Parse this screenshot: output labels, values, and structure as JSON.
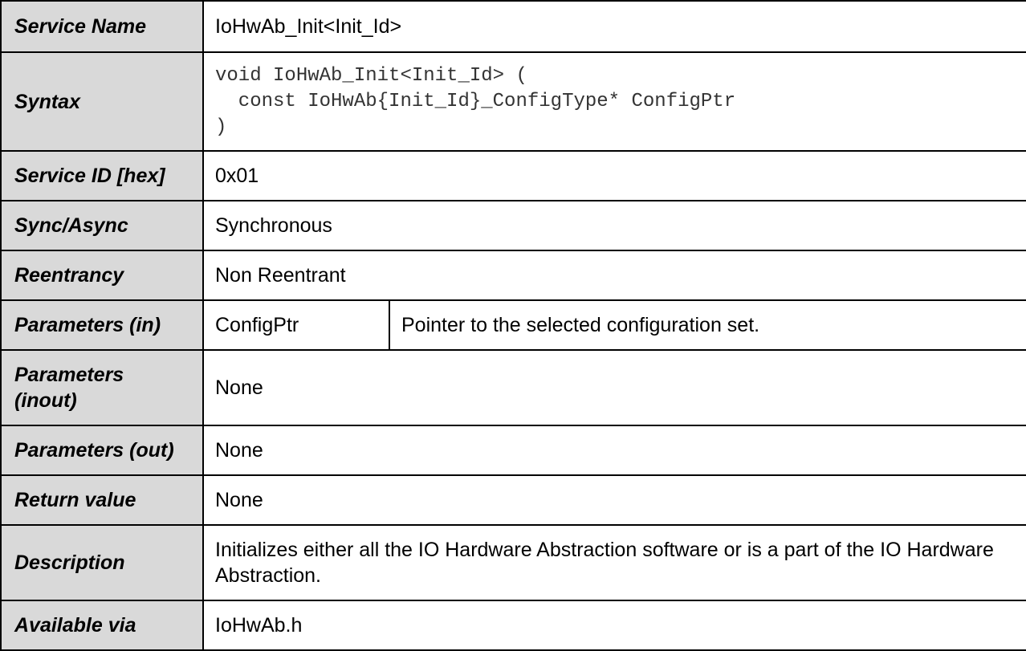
{
  "rows": {
    "service_name": {
      "label": "Service Name",
      "value": "IoHwAb_Init<Init_Id>"
    },
    "syntax": {
      "label": "Syntax",
      "lines": [
        "void IoHwAb_Init<Init_Id> (",
        "  const IoHwAb{Init_Id}_ConfigType* ConfigPtr",
        ")"
      ]
    },
    "service_id": {
      "label": "Service ID [hex]",
      "value": "0x01"
    },
    "sync_async": {
      "label": "Sync/Async",
      "value": "Synchronous"
    },
    "reentrancy": {
      "label": "Reentrancy",
      "value": "Non Reentrant"
    },
    "parameters_in": {
      "label": "Parameters (in)",
      "param_name": "ConfigPtr",
      "param_desc": "Pointer to the selected configuration set."
    },
    "parameters_inout": {
      "label_line1": "Parameters",
      "label_line2": "(inout)",
      "value": "None"
    },
    "parameters_out": {
      "label": "Parameters (out)",
      "value": "None"
    },
    "return_value": {
      "label": "Return value",
      "value": "None"
    },
    "description": {
      "label": "Description",
      "value": "Initializes either all the IO Hardware Abstraction software or is a part of the IO Hardware Abstraction."
    },
    "available_via": {
      "label": "Available via",
      "value": "IoHwAb.h"
    }
  }
}
